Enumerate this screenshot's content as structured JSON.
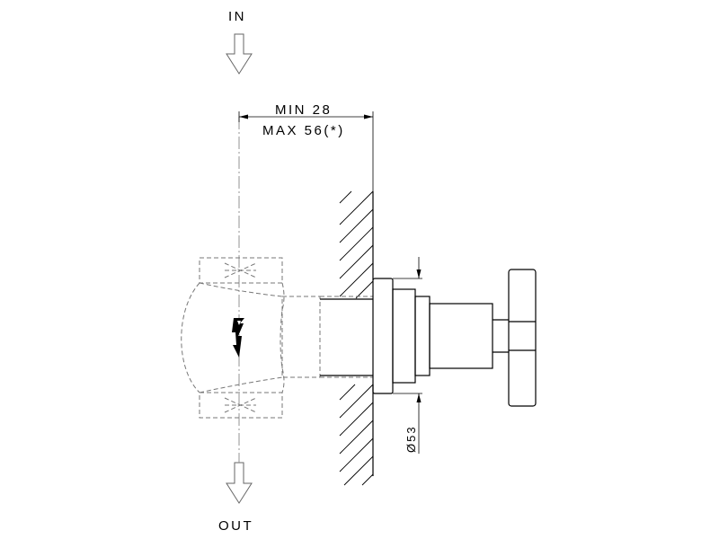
{
  "flow": {
    "inlet_label": "IN",
    "outlet_label": "OUT"
  },
  "dimensions": {
    "depth_min": "MIN 28",
    "depth_max": "MAX 56(*)",
    "diameter": "Ø53"
  }
}
